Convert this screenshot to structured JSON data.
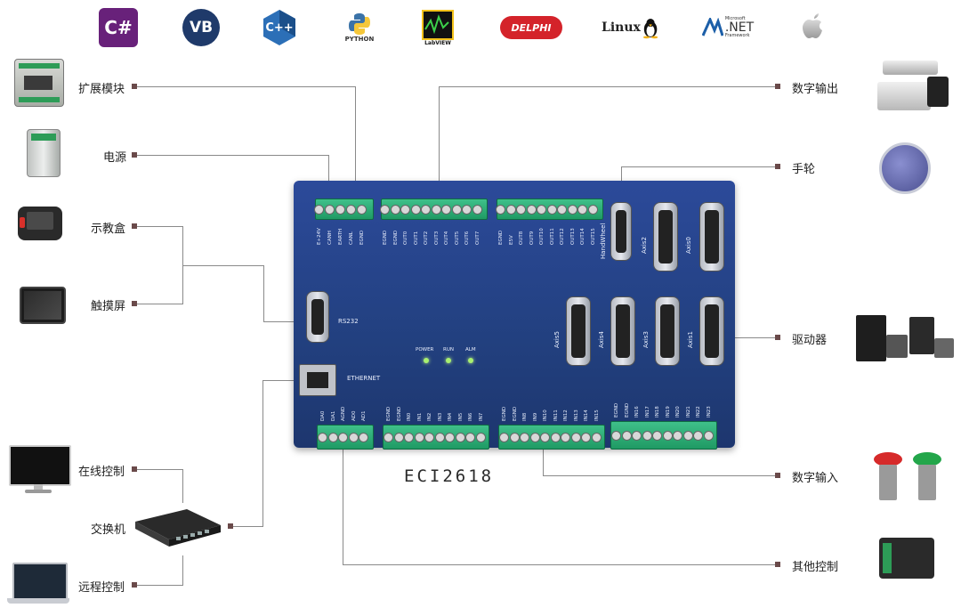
{
  "logos": {
    "csharp": "C#",
    "vb": "VB",
    "cpp": "C++",
    "python": "PYTHON",
    "labview": "LabVIEW",
    "delphi": "DELPHI",
    "linux": "Linux",
    "net_small": "Microsoft",
    "net": ".NET",
    "net_sub": "Framework"
  },
  "left_labels": {
    "expansion": "扩展模块",
    "power": "电源",
    "pendant": "示教盒",
    "touchscreen": "触摸屏",
    "online": "在线控制",
    "switch": "交换机",
    "remote": "远程控制"
  },
  "right_labels": {
    "digital_out": "数字输出",
    "handwheel": "手轮",
    "driver": "驱动器",
    "digital_in": "数字输入",
    "other": "其他控制"
  },
  "board": {
    "model": "ECI2618",
    "rs232": "RS232",
    "ethernet": "ETHERNET",
    "led_power": "POWER",
    "led_run": "RUN",
    "led_alm": "ALM",
    "pwr_pins": [
      "E+24V",
      "CANH",
      "EARTH",
      "CANL",
      "EGND"
    ],
    "out1_pins": [
      "EGND",
      "EGND",
      "OUT0",
      "OUT1",
      "OUT2",
      "OUT3",
      "OUT4",
      "OUT5",
      "OUT6",
      "OUT7"
    ],
    "out2_pins": [
      "EGND",
      "E5V",
      "OUT8",
      "OUT9",
      "OUT10",
      "OUT11",
      "OUT12",
      "OUT13",
      "OUT14",
      "OUT15"
    ],
    "da_pins": [
      "DA0",
      "DA1",
      "AGND",
      "AD0",
      "AD1"
    ],
    "in1_pins": [
      "EGND",
      "EGND",
      "IN0",
      "IN1",
      "IN2",
      "IN3",
      "IN4",
      "IN5",
      "IN6",
      "IN7"
    ],
    "in2_pins": [
      "EGND",
      "EGND",
      "IN8",
      "IN9",
      "IN10",
      "IN11",
      "IN12",
      "IN13",
      "IN14",
      "IN15"
    ],
    "in3_pins": [
      "EGND",
      "EGND",
      "IN16",
      "IN17",
      "IN18",
      "IN19",
      "IN20",
      "IN21",
      "IN22",
      "IN23"
    ],
    "handwheel": "HandWheel",
    "axis2": "Axis2",
    "axis0": "Axis0",
    "axis5": "Axis5",
    "axis4": "Axis4",
    "axis3": "Axis3",
    "axis1": "Axis1"
  },
  "colors": {
    "board": "#22407f",
    "terminal": "#2bb07a",
    "line": "#8a8a8a",
    "dot": "#6a4a4a"
  }
}
